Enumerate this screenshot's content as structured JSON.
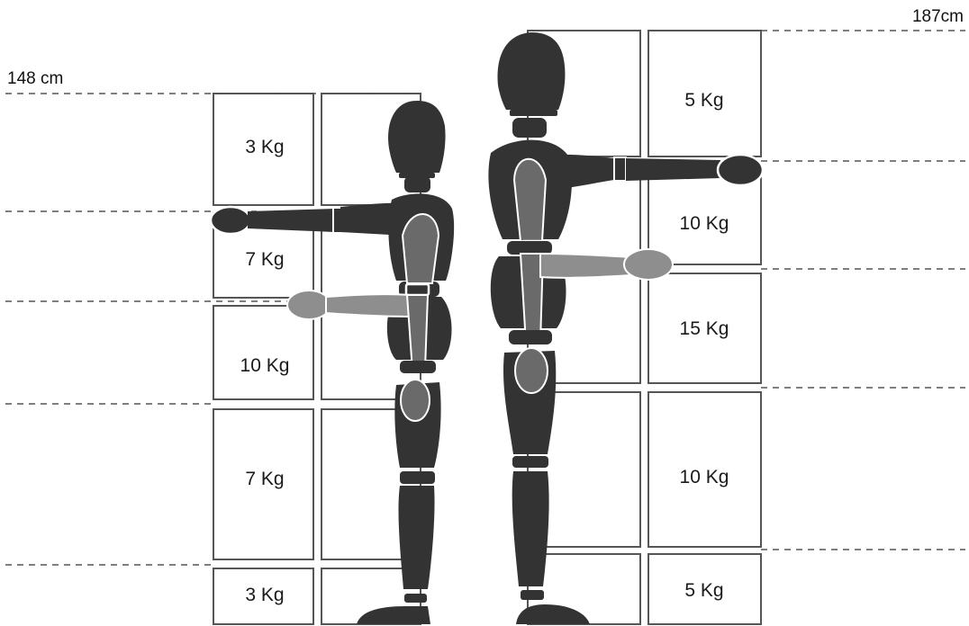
{
  "short_person": {
    "height_label": "148 cm",
    "shelf_weights": [
      "3 Kg",
      "7 Kg",
      "10 Kg",
      "7 Kg",
      "3 Kg"
    ]
  },
  "tall_person": {
    "height_label": "187cm",
    "shelf_weights": [
      "5 Kg",
      "10 Kg",
      "15 Kg",
      "10 Kg",
      "5 Kg"
    ]
  },
  "colors": {
    "figure": "#333333",
    "upper_arm_highlight": "#6a6a6a",
    "lower_arm_highlight": "#8e8e8e",
    "outline": "#555555"
  }
}
